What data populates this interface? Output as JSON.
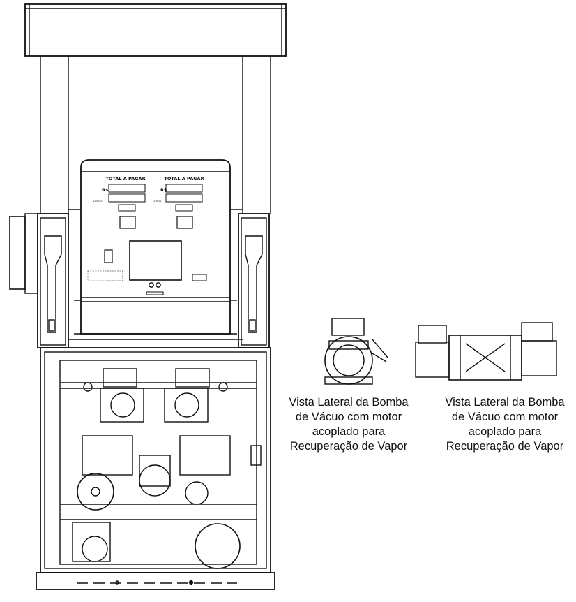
{
  "panel": {
    "total_label_left": "TOTAL A PAGAR",
    "total_label_right": "TOTAL A PAGAR",
    "currency_label_left": "R$",
    "currency_label_right": "R$",
    "liters_label_left": "LITROS",
    "liters_label_right": "LITROS"
  },
  "captions": [
    {
      "lines": [
        "Vista Lateral da Bomba",
        "de Vácuo  com motor",
        "acoplado para",
        "Recuperação  de Vapor"
      ]
    },
    {
      "lines": [
        "Vista Lateral da Bomba",
        "de Vácuo  com motor",
        "acoplado para",
        "Recuperação  de Vapor"
      ]
    }
  ]
}
